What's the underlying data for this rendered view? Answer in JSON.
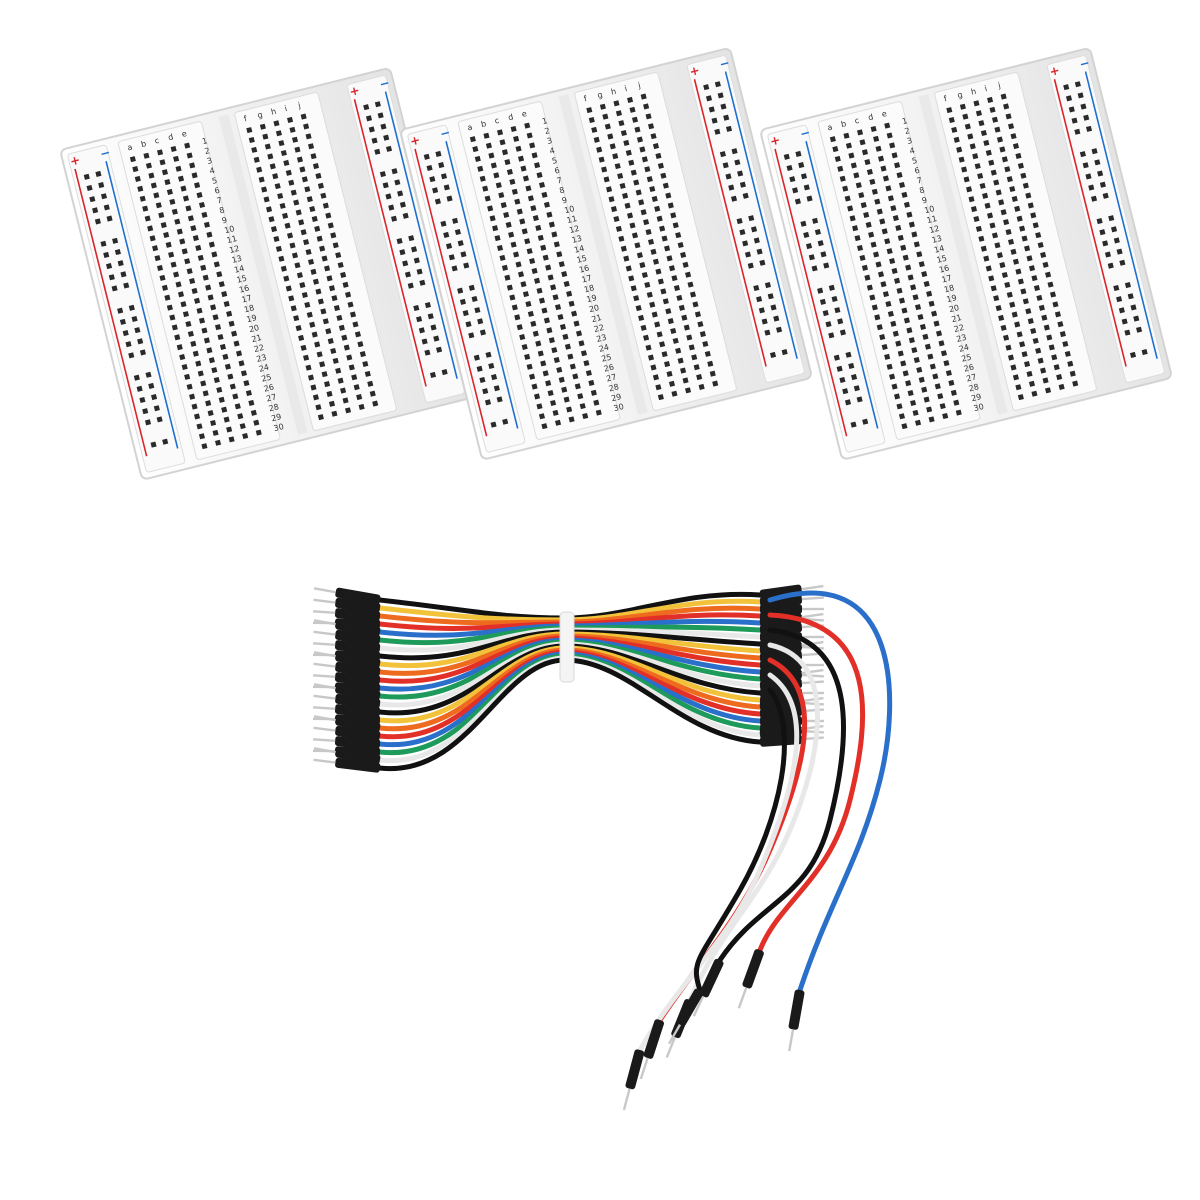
{
  "product": {
    "breadboard_count": 3,
    "breadboard": {
      "columns_left": [
        "a",
        "b",
        "c",
        "d",
        "e"
      ],
      "columns_right": [
        "f",
        "g",
        "h",
        "i",
        "j"
      ],
      "row_count": 30,
      "power_rail_plus": "+",
      "power_rail_minus": "−",
      "body_color": "#f3f3f3",
      "plus_line_color": "#d9262b",
      "minus_line_color": "#1f6fd1"
    },
    "jumper_wires": {
      "colors": [
        "#111111",
        "#f2c23a",
        "#ee6a1e",
        "#e23028",
        "#2a6fc9",
        "#1e9a5a",
        "#e8e8e8"
      ],
      "tie_color": "#f4f4f4",
      "pin_color": "#c8c8c8"
    }
  }
}
